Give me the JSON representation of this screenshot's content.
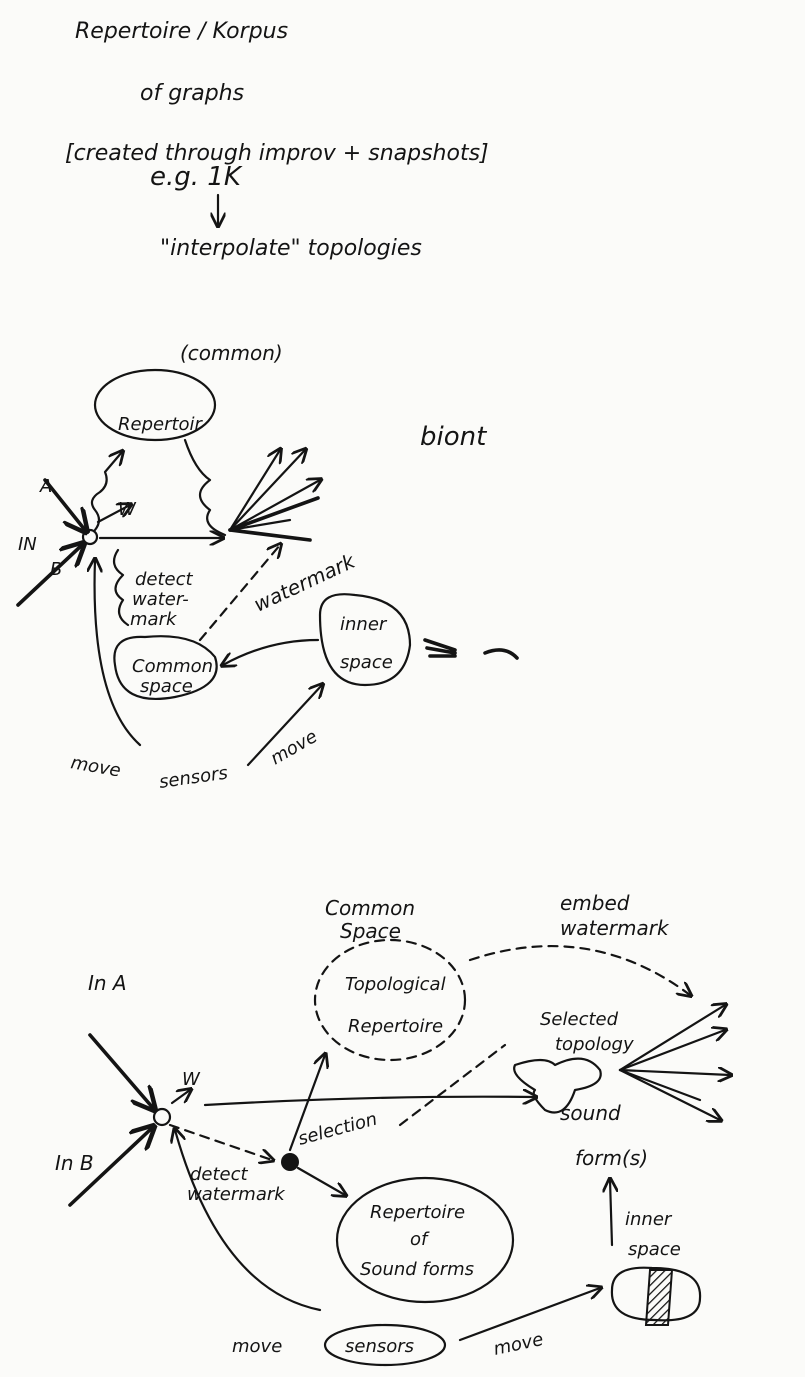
{
  "notes": {
    "line1": "Repertoire / Korpus",
    "line2": "of graphs",
    "line3": "[created through improv + snapshots]",
    "line4": "e.g. 1K",
    "line5": "\"interpolate\" topologies"
  },
  "sketch1": {
    "common": "(common)",
    "repertoire": "Repertoir",
    "biont": "biont",
    "in": "IN",
    "a": "A",
    "b": "B",
    "w": "W",
    "detect_watermark": [
      "detect",
      "water-",
      "mark"
    ],
    "watermark": "watermark",
    "common_space": [
      "Common",
      "space"
    ],
    "inner_space": [
      "inner",
      "space"
    ],
    "move_left": "move",
    "sensors": "sensors",
    "move_right": "move"
  },
  "sketch2": {
    "common_space": [
      "Common",
      "Space"
    ],
    "topological_repertoire": [
      "Topological",
      "Repertoire"
    ],
    "embed_watermark": [
      "embed",
      "watermark"
    ],
    "selected_topology": [
      "Selected",
      "topology"
    ],
    "in_a": "In A",
    "in_b": "In B",
    "w": "W",
    "selection": "selection",
    "detect_watermark": [
      "detect",
      "watermark"
    ],
    "repertoire_sound_forms": [
      "Repertoire",
      "of",
      "Sound forms"
    ],
    "sound_forms": [
      "sound",
      "form(s)"
    ],
    "inner_space": [
      "inner",
      "space"
    ],
    "move_left": "move",
    "sensors": "sensors",
    "move_right": "move"
  }
}
